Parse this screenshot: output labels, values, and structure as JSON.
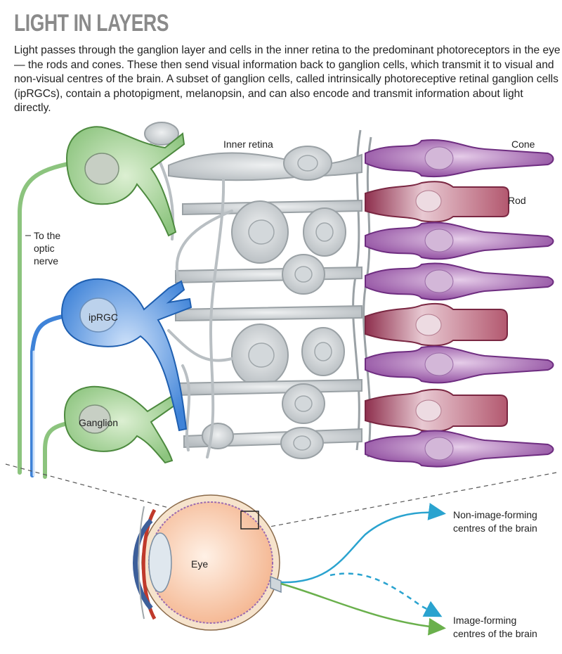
{
  "title": "LIGHT IN LAYERS",
  "intro": "Light passes through the ganglion layer and cells in the inner retina to the predominant photoreceptors in the eye — the rods and cones. These then send visual information back to ganglion cells, which transmit it to visual and non-visual centres of the brain. A subset of ganglion cells, called intrinsically photoreceptive retinal ganglion cells (ipRGCs), contain a photopigment, melanopsin, and can also encode and transmit information about light directly.",
  "labels": {
    "inner_retina": "Inner retina",
    "cone": "Cone",
    "rod": "Rod",
    "optic_nerve": [
      "To the",
      "optic",
      "nerve"
    ],
    "iprgc": "ipRGC",
    "ganglion": "Ganglion",
    "eye": "Eye",
    "non_image": [
      "Non-image-forming",
      "centres of the brain"
    ],
    "image": [
      "Image-forming",
      "centres of the brain"
    ]
  },
  "colors": {
    "ganglion_green": "#8cc47e",
    "iprgc_blue": "#3f83d8",
    "inner_grey": "#c4c9cc",
    "cone_purple": "#8e4a9e",
    "rod_maroon": "#9c3f5a",
    "non_image_path": "#2aa3cf",
    "image_path": "#6ab04c"
  }
}
